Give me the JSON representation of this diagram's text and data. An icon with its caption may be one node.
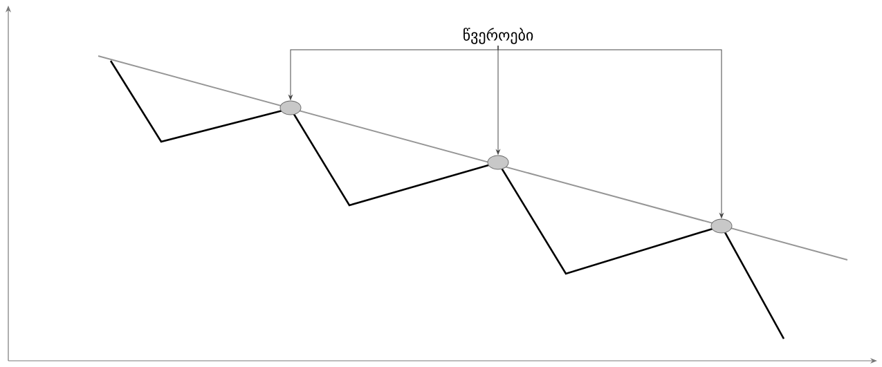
{
  "diagram": {
    "nodes": [
      {
        "text": [
          "წვეროები"
        ]
      },
      {
        "text": [],
        "shape": "circle"
      },
      {
        "text": [],
        "shape": "circle"
      },
      {
        "text": [],
        "shape": "circle"
      }
    ],
    "edges": [
      {
        "from": 0,
        "to": 1,
        "arrow": "to"
      },
      {
        "from": 0,
        "to": 2,
        "arrow": "to"
      },
      {
        "from": 0,
        "to": 3,
        "arrow": "to"
      }
    ]
  }
}
